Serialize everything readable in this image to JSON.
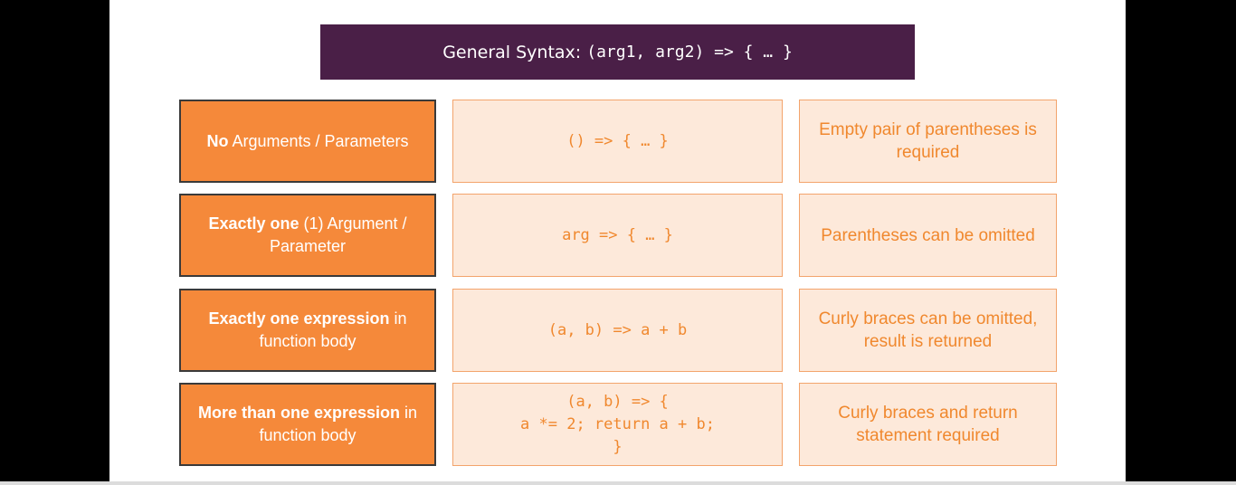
{
  "header": {
    "prefix": "General Syntax: ",
    "code": "(arg1, arg2) => { … }"
  },
  "rows": [
    {
      "label_bold": "No",
      "label_rest": " Arguments / Parameters",
      "syntax": "() => { … }",
      "description": "Empty pair of parentheses is required"
    },
    {
      "label_bold": "Exactly one",
      "label_rest": " (1) Argument / Parameter",
      "syntax": "arg => { … }",
      "description": "Parentheses can be omitted"
    },
    {
      "label_bold": "Exactly one expression",
      "label_rest": " in function body",
      "syntax": "(a, b) => a + b",
      "description": "Curly braces can be omitted, result is returned"
    },
    {
      "label_bold": "More than one expression",
      "label_rest": " in function body",
      "syntax": "(a, b) => {\na *= 2; return a + b;\n}",
      "description": "Curly braces and return statement required"
    }
  ]
}
